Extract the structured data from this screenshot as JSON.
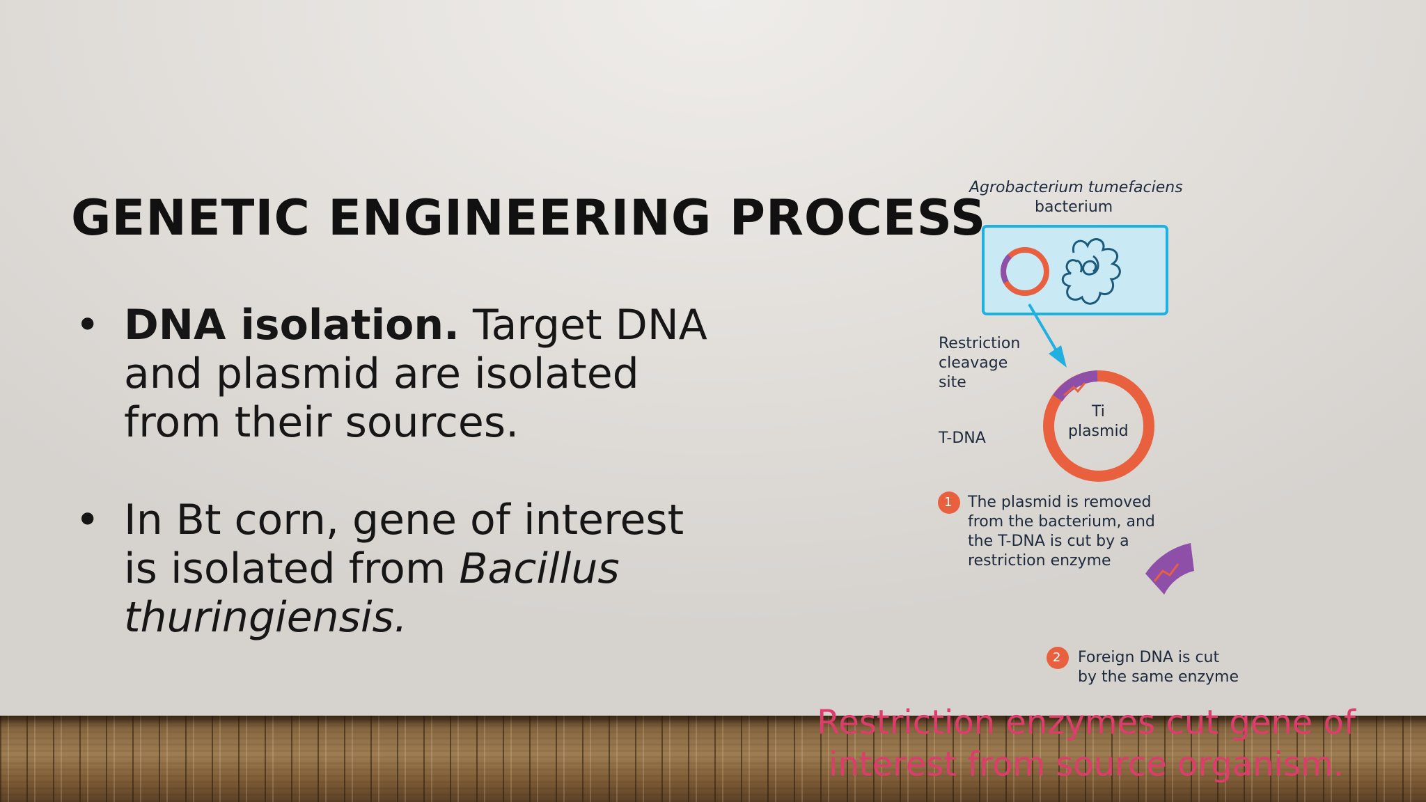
{
  "slide": {
    "title": "GENETIC ENGINEERING PROCESS",
    "bullets": [
      {
        "bold": "DNA isolation.",
        "text_line1": " Target DNA",
        "text_rest": "and plasmid are isolated from their sources."
      },
      {
        "text_line1": "In Bt corn, gene of interest",
        "text_line2": "is isolated from ",
        "italic": "Bacillus thuringiensis."
      }
    ],
    "bullet_symbol": "•"
  },
  "diagram": {
    "organism": "Agrobacterium tumefaciens",
    "organism_suffix": "bacterium",
    "restriction_label_1": "Restriction",
    "restriction_label_2": "cleavage",
    "restriction_label_3": "site",
    "tdna_label": "T-DNA",
    "plasmid_label_1": "Ti",
    "plasmid_label_2": "plasmid",
    "step1_number": "1",
    "step1_lines": [
      "The plasmid is removed",
      "from the bacterium, and",
      "the T-DNA is cut by a",
      "restriction enzyme"
    ],
    "step2_number": "2",
    "step2_lines": [
      "Foreign DNA is cut",
      "by the same enzyme"
    ],
    "colors": {
      "plasmid": "#e9603f",
      "tdna": "#8e4fa8",
      "box_border": "#1fb0e0",
      "box_fill": "#c9e9f5",
      "arrow": "#1fb0e0",
      "chromosome": "#1b5a7a"
    }
  },
  "caption": {
    "line1": "Restriction enzymes cut gene of",
    "line2": "interest from source organism.",
    "color": "#dc3d6a"
  }
}
